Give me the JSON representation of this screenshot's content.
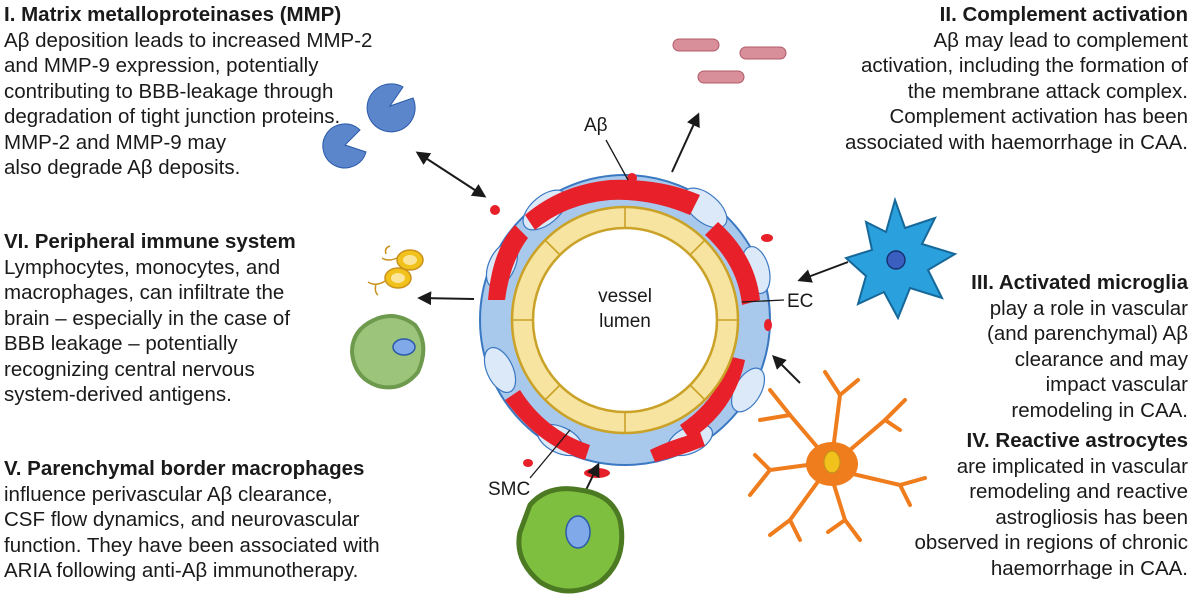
{
  "sections": {
    "mmp": {
      "title": "I. Matrix metalloproteinases (MMP)",
      "body": "Aβ deposition leads to increased MMP-2\nand MMP-9 expression, potentially\ncontributing to BBB-leakage through\ndegradation of tight junction proteins.\nMMP-2 and MMP-9 may\nalso degrade Aβ deposits."
    },
    "complement": {
      "title": "II. Complement activation",
      "body": "Aβ may lead to complement\nactivation, including the formation of\nthe membrane attack complex.\nComplement activation has been\nassociated with haemorrhage in CAA."
    },
    "microglia": {
      "title": "III. Activated microglia",
      "body": "play a role in vascular\n(and parenchymal) Aβ\nclearance and may\nimpact vascular\nremodeling in CAA."
    },
    "astrocytes": {
      "title": "IV. Reactive astrocytes",
      "body": "are implicated in vascular\nremodeling and reactive\nastrogliosis has been\nobserved in regions of chronic\nhaemorrhage in CAA."
    },
    "macrophages": {
      "title": "V. Parenchymal border macrophages",
      "body": "influence perivascular Aβ clearance,\nCSF flow dynamics, and neurovascular\nfunction. They have been associated with\nARIA following anti-Aβ immunotherapy."
    },
    "immune": {
      "title": "VI. Peripheral immune system",
      "body": "Lymphocytes, monocytes, and\nmacrophages, can infiltrate the\nbrain – especially in the case of\nBBB leakage – potentially\nrecognizing central nervous\nsystem-derived antigens."
    }
  },
  "diagram_labels": {
    "abeta": "Aβ",
    "lumen_line1": "vessel",
    "lumen_line2": "lumen",
    "ec": "EC",
    "smc": "SMC"
  },
  "colors": {
    "amyloid": "#e8202a",
    "smc_layer": "#a8c8ec",
    "endothelium": "#f7e4a0",
    "endothelium_edge": "#c9a227",
    "microglia": "#2aa0dc",
    "astrocyte": "#ef7d1e",
    "macrophage": "#7fbf3f",
    "monocyte": "#9cc47a",
    "lymphocyte": "#f1c21b",
    "mmp": "#5b86cc",
    "complement": "#d98f9a"
  },
  "icons": [
    "mmp-pacman-icon",
    "complement-rod-icon",
    "microglia-icon",
    "astrocyte-icon",
    "macrophage-icon",
    "monocyte-icon",
    "lymphocyte-icon"
  ]
}
